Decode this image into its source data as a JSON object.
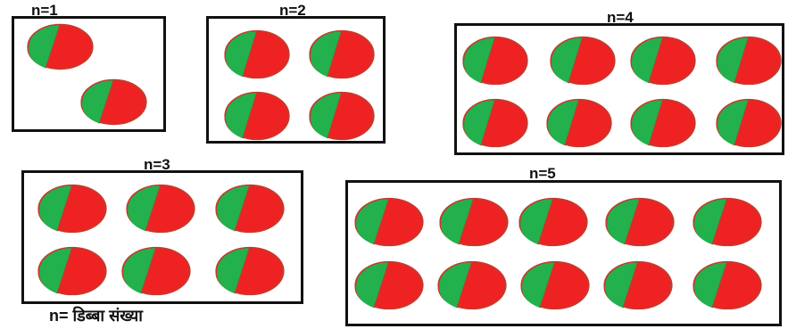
{
  "colors": {
    "red": "#ee2222",
    "green": "#22b14c",
    "border": "#111111"
  },
  "groups": [
    {
      "id": "n1",
      "label": "n=1"
    },
    {
      "id": "n2",
      "label": "n=2"
    },
    {
      "id": "n4",
      "label": "n=4"
    },
    {
      "id": "n3",
      "label": "n=3"
    },
    {
      "id": "n5",
      "label": "n=5"
    }
  ],
  "caption": "n= डिब्बा संख्या"
}
